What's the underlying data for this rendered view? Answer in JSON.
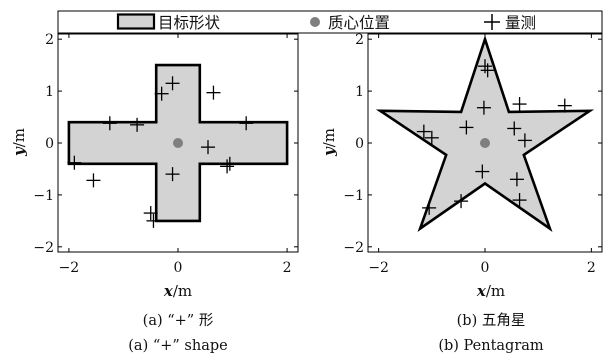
{
  "legend": {
    "target_shape": "目标形状",
    "centroid": "质心位置",
    "measurement": "量测"
  },
  "colors": {
    "shape_fill": "#d3d3d3",
    "outline": "#000000",
    "centroid": "#7f7f7f",
    "marker": "#000000"
  },
  "chart_data": [
    {
      "type": "scatter",
      "xlabel_var": "x",
      "xlabel_unit": "/m",
      "ylabel_var": "y",
      "ylabel_unit": "/m",
      "xlim": [
        -2.2,
        2.2
      ],
      "ylim": [
        -2.1,
        2.1
      ],
      "xticks": [
        -2,
        0,
        2
      ],
      "yticks": [
        -2,
        -1,
        0,
        1,
        2
      ],
      "ytick_labels": [
        "−2",
        "−1",
        "0",
        "1",
        "2"
      ],
      "xtick_labels": [
        "−2",
        "0",
        "2"
      ],
      "shape": [
        [
          -0.4,
          1.5
        ],
        [
          0.4,
          1.5
        ],
        [
          0.4,
          0.4
        ],
        [
          2,
          0.4
        ],
        [
          2,
          -0.4
        ],
        [
          0.4,
          -0.4
        ],
        [
          0.4,
          -1.5
        ],
        [
          -0.4,
          -1.5
        ],
        [
          -0.4,
          -0.4
        ],
        [
          -2,
          -0.4
        ],
        [
          -2,
          0.4
        ],
        [
          -0.4,
          0.4
        ]
      ],
      "centroid": [
        0,
        0
      ],
      "measurements": [
        [
          -0.1,
          1.15
        ],
        [
          -0.3,
          0.95
        ],
        [
          0.65,
          0.97
        ],
        [
          -1.25,
          0.38
        ],
        [
          -0.75,
          0.35
        ],
        [
          1.25,
          0.38
        ],
        [
          0.55,
          -0.08
        ],
        [
          -1.9,
          -0.38
        ],
        [
          -0.1,
          -0.6
        ],
        [
          0.95,
          -0.4
        ],
        [
          0.9,
          -0.45
        ],
        [
          -1.55,
          -0.72
        ],
        [
          -0.5,
          -1.35
        ],
        [
          -0.45,
          -1.5
        ]
      ],
      "caption_cn": "(a) “+” 形",
      "caption_en": "(a) “+” shape"
    },
    {
      "type": "scatter",
      "xlabel_var": "x",
      "xlabel_unit": "/m",
      "ylabel_var": "y",
      "ylabel_unit": "/m",
      "xlim": [
        -2.2,
        2.2
      ],
      "ylim": [
        -2.1,
        2.1
      ],
      "xticks": [
        -2,
        0,
        2
      ],
      "yticks": [
        -2,
        -1,
        0,
        1,
        2
      ],
      "ytick_labels": [
        "−2",
        "−1",
        "0",
        "1",
        "2"
      ],
      "xtick_labels": [
        "−2",
        "0",
        "2"
      ],
      "shape": [
        [
          0,
          2.0
        ],
        [
          0.45,
          0.6
        ],
        [
          1.97,
          0.62
        ],
        [
          0.73,
          -0.23
        ],
        [
          1.22,
          -1.65
        ],
        [
          0,
          -0.78
        ],
        [
          -1.22,
          -1.65
        ],
        [
          -0.73,
          -0.23
        ],
        [
          -1.97,
          0.62
        ],
        [
          -0.45,
          0.6
        ]
      ],
      "centroid": [
        0,
        0
      ],
      "measurements": [
        [
          0,
          1.48
        ],
        [
          0.05,
          1.4
        ],
        [
          0.65,
          0.75
        ],
        [
          1.5,
          0.72
        ],
        [
          -0.02,
          0.68
        ],
        [
          -1.15,
          0.22
        ],
        [
          -0.35,
          0.3
        ],
        [
          0.55,
          0.28
        ],
        [
          -1.0,
          0.1
        ],
        [
          0.75,
          0.05
        ],
        [
          -0.05,
          -0.55
        ],
        [
          0.6,
          -0.7
        ],
        [
          0.65,
          -1.1
        ],
        [
          -0.45,
          -1.12
        ],
        [
          -1.05,
          -1.25
        ]
      ],
      "caption_cn": "(b) 五角星",
      "caption_en": "(b) Pentagram"
    }
  ]
}
